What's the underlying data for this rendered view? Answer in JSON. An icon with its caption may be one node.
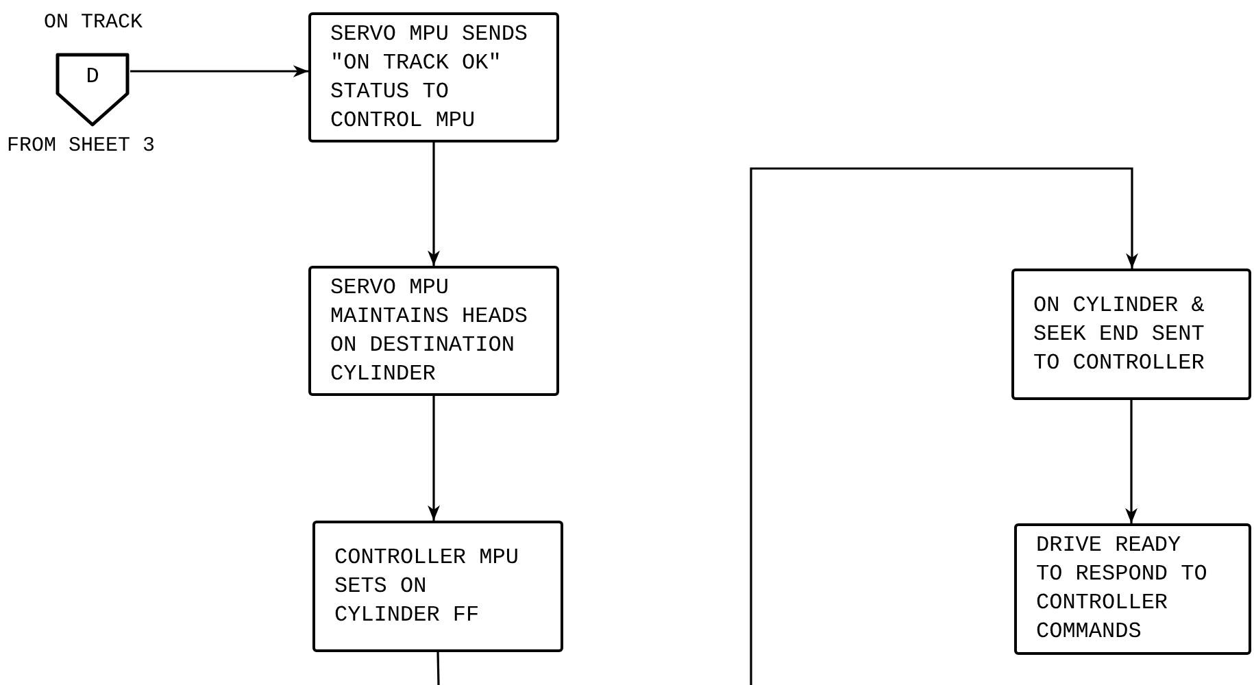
{
  "diagram": {
    "nodes": [
      {
        "text": [
          "D"
        ],
        "beside": [
          "ON TRACK",
          "FROM SHEET 3"
        ]
      },
      {
        "text": [
          "SERVO MPU SENDS \"ON TRACK OK\" STATUS TO CONTROL MPU"
        ]
      },
      {
        "text": [
          "SERVO MPU MAINTAINS HEADS ON DESTINATION CYLINDER"
        ]
      },
      {
        "text": [
          "CONTROLLER MPU SETS ON CYLINDER FF"
        ]
      },
      {
        "text": [
          "ON CYLINDER & SEEK END SENT TO CONTROLLER"
        ]
      },
      {
        "text": [
          "DRIVE READY TO RESPOND TO CONTROLLER COMMANDS"
        ]
      }
    ],
    "edges": [
      {
        "from": 0,
        "to": 1,
        "arrow": "to"
      },
      {
        "from": 1,
        "to": 2,
        "arrow": "to"
      },
      {
        "from": 2,
        "to": 3,
        "arrow": "to"
      },
      {
        "from": 3,
        "to": null,
        "arrow": "none"
      },
      {
        "from": null,
        "to": 4,
        "arrow": "to"
      },
      {
        "from": 4,
        "to": 5,
        "arrow": "to"
      }
    ]
  }
}
